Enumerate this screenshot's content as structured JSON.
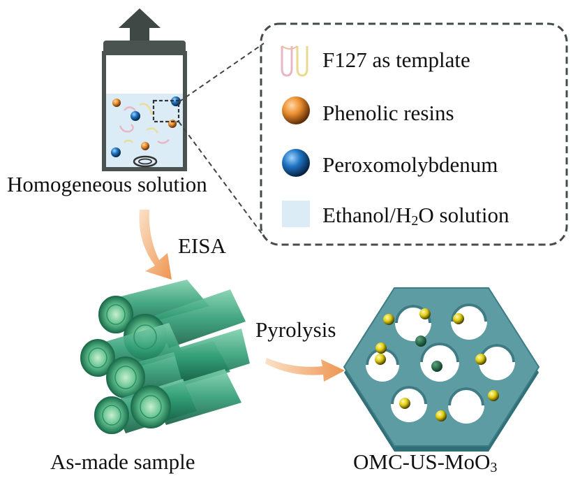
{
  "labels": {
    "homogeneous": "Homogeneous solution",
    "eisa": "EISA",
    "pyrolysis": "Pyrolysis",
    "as_made": "As-made sample",
    "product_prefix": "OMC-US-MoO",
    "product_sub": "3"
  },
  "legend": {
    "f127": "F127 as template",
    "phenolic": "Phenolic resins",
    "peroxo": "Peroxomolybdenum",
    "solvent_prefix": "Ethanol/H",
    "solvent_sub": "2",
    "solvent_suffix": "O solution"
  },
  "colors": {
    "bottle": "#4a5350",
    "solution": "#dcecf6",
    "orange_sphere": "#e8892c",
    "blue_sphere": "#1f6fb8",
    "arrow": "#f0a467",
    "cylinder": "#2f9c74",
    "hex_plate": "#5e9ca3",
    "gold_particle": "#e6d21a"
  }
}
